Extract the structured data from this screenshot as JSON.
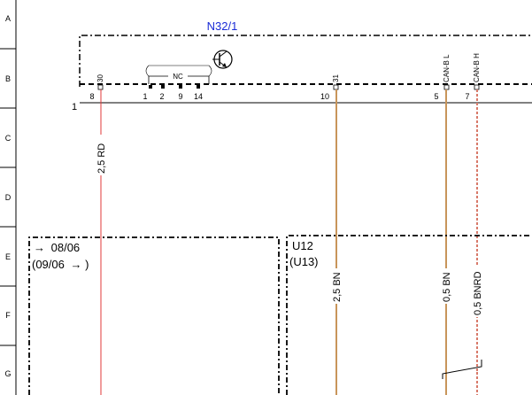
{
  "row_labels": [
    "A",
    "B",
    "C",
    "D",
    "E",
    "F",
    "G"
  ],
  "module": {
    "name": "N32/1",
    "corner_number": "1",
    "nc_label": "NC",
    "pin_numbers": [
      "8",
      "1",
      "2",
      "9",
      "14",
      "10",
      "5",
      "7"
    ],
    "pin_tags": [
      "30",
      "31",
      "CAN-B L",
      "CAN-B H"
    ]
  },
  "wires": [
    {
      "label": "2,5 RD",
      "color": "#e03a3a",
      "dashed": false
    },
    {
      "label": "2,5 BN",
      "color": "#c8955a",
      "dashed": false
    },
    {
      "label": "0,5 BN",
      "color": "#c8955a",
      "dashed": false
    },
    {
      "label": "0,5 BNRD",
      "color": "#d87a6a",
      "dashed": true
    }
  ],
  "variant_left": {
    "line1_arrow": "→",
    "line1": "08/06",
    "line2_open": "(09/06",
    "line2_arrow": "→",
    "line2_close": ")"
  },
  "variant_right": {
    "line1": "U12",
    "line2": "(U13)"
  },
  "colors": {
    "title_blue": "#1a2bd6",
    "frame": "#000000"
  }
}
